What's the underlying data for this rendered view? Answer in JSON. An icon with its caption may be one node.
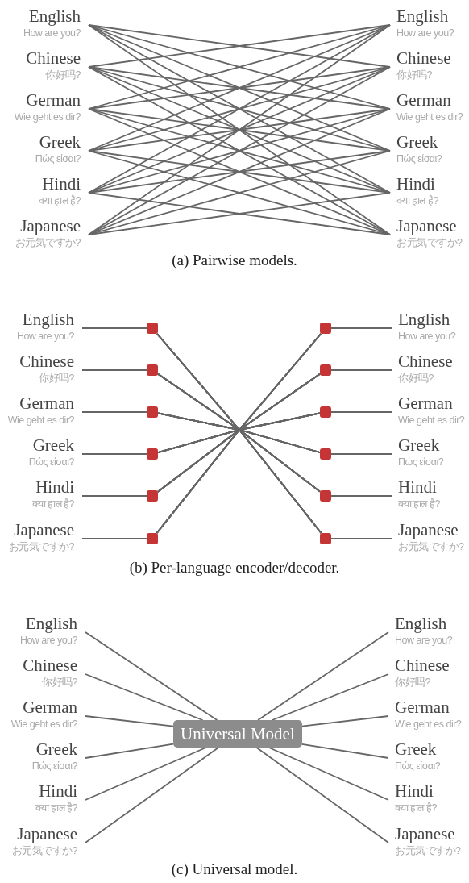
{
  "diagram": {
    "nodes": [
      {
        "text": [
          "English",
          "How are you?"
        ]
      },
      {
        "text": [
          "Chinese",
          "你好吗?"
        ]
      },
      {
        "text": [
          "German",
          "Wie geht es dir?"
        ]
      },
      {
        "text": [
          "Greek",
          "Πώς είσαι?"
        ]
      },
      {
        "text": [
          "Hindi",
          "क्या हाल है?"
        ]
      },
      {
        "text": [
          "Japanese",
          "お元気ですか?"
        ]
      },
      {
        "text": [
          "English",
          "How are you?"
        ]
      },
      {
        "text": [
          "Chinese",
          "你好吗?"
        ]
      },
      {
        "text": [
          "German",
          "Wie geht es dir?"
        ]
      },
      {
        "text": [
          "Greek",
          "Πώς είσαι?"
        ]
      },
      {
        "text": [
          "Hindi",
          "क्या हाल है?"
        ]
      },
      {
        "text": [
          "Japanese",
          "お元気ですか?"
        ]
      },
      {
        "text": [
          "English",
          "How are you?"
        ]
      },
      {
        "text": [
          "Chinese",
          "你好吗?"
        ]
      },
      {
        "text": [
          "German",
          "Wie geht es dir?"
        ]
      },
      {
        "text": [
          "Greek",
          "Πώς είσαι?"
        ]
      },
      {
        "text": [
          "Hindi",
          "क्या हाल है?"
        ]
      },
      {
        "text": [
          "Japanese",
          "お元気ですか?"
        ]
      },
      {
        "text": [],
        "shape": "box"
      },
      {
        "text": [],
        "shape": "box"
      },
      {
        "text": [],
        "shape": "box"
      },
      {
        "text": [],
        "shape": "box"
      },
      {
        "text": [],
        "shape": "box"
      },
      {
        "text": [],
        "shape": "box"
      },
      {
        "text": [],
        "shape": "box"
      },
      {
        "text": [],
        "shape": "box"
      },
      {
        "text": [],
        "shape": "box"
      },
      {
        "text": [],
        "shape": "box"
      },
      {
        "text": [],
        "shape": "box"
      },
      {
        "text": [],
        "shape": "box"
      },
      {
        "text": [
          "English",
          "How are you?"
        ]
      },
      {
        "text": [
          "Chinese",
          "你好吗?"
        ]
      },
      {
        "text": [
          "German",
          "Wie geht es dir?"
        ]
      },
      {
        "text": [
          "Greek",
          "Πώς είσαι?"
        ]
      },
      {
        "text": [
          "Hindi",
          "क्या हाल है?"
        ]
      },
      {
        "text": [
          "Japanese",
          "お元気ですか?"
        ]
      },
      {
        "text": [
          "English",
          "How are you?"
        ]
      },
      {
        "text": [
          "Chinese",
          "你好吗?"
        ]
      },
      {
        "text": [
          "German",
          "Wie geht es dir?"
        ]
      },
      {
        "text": [
          "Greek",
          "Πώς είσαι?"
        ]
      },
      {
        "text": [
          "Hindi",
          "क्या हाल है?"
        ]
      },
      {
        "text": [
          "Japanese",
          "お元気ですか?"
        ]
      },
      {
        "text": [
          "Universal Model"
        ]
      },
      {
        "text": [
          "English",
          "How are you?"
        ]
      },
      {
        "text": [
          "Chinese",
          "你好吗?"
        ]
      },
      {
        "text": [
          "German",
          "Wie geht es dir?"
        ]
      },
      {
        "text": [
          "Greek",
          "Πώς είσαι?"
        ]
      },
      {
        "text": [
          "Hindi",
          "क्या हाल है?"
        ]
      },
      {
        "text": [
          "Japanese",
          "お元気ですか?"
        ]
      }
    ],
    "edges": [
      {
        "from": 0,
        "to": 7,
        "arrow": "none"
      },
      {
        "from": 0,
        "to": 8,
        "arrow": "none"
      },
      {
        "from": 0,
        "to": 9,
        "arrow": "none"
      },
      {
        "from": 0,
        "to": 10,
        "arrow": "none"
      },
      {
        "from": 0,
        "to": 11,
        "arrow": "none"
      },
      {
        "from": 1,
        "to": 6,
        "arrow": "none"
      },
      {
        "from": 1,
        "to": 8,
        "arrow": "none"
      },
      {
        "from": 1,
        "to": 9,
        "arrow": "none"
      },
      {
        "from": 1,
        "to": 10,
        "arrow": "none"
      },
      {
        "from": 1,
        "to": 11,
        "arrow": "none"
      },
      {
        "from": 2,
        "to": 6,
        "arrow": "none"
      },
      {
        "from": 2,
        "to": 7,
        "arrow": "none"
      },
      {
        "from": 2,
        "to": 9,
        "arrow": "none"
      },
      {
        "from": 2,
        "to": 10,
        "arrow": "none"
      },
      {
        "from": 2,
        "to": 11,
        "arrow": "none"
      },
      {
        "from": 3,
        "to": 6,
        "arrow": "none"
      },
      {
        "from": 3,
        "to": 7,
        "arrow": "none"
      },
      {
        "from": 3,
        "to": 8,
        "arrow": "none"
      },
      {
        "from": 3,
        "to": 10,
        "arrow": "none"
      },
      {
        "from": 3,
        "to": 11,
        "arrow": "none"
      },
      {
        "from": 4,
        "to": 6,
        "arrow": "none"
      },
      {
        "from": 4,
        "to": 7,
        "arrow": "none"
      },
      {
        "from": 4,
        "to": 8,
        "arrow": "none"
      },
      {
        "from": 4,
        "to": 9,
        "arrow": "none"
      },
      {
        "from": 4,
        "to": 11,
        "arrow": "none"
      },
      {
        "from": 5,
        "to": 6,
        "arrow": "none"
      },
      {
        "from": 5,
        "to": 7,
        "arrow": "none"
      },
      {
        "from": 5,
        "to": 8,
        "arrow": "none"
      },
      {
        "from": 5,
        "to": 9,
        "arrow": "none"
      },
      {
        "from": 5,
        "to": 10,
        "arrow": "none"
      },
      {
        "from": 12,
        "to": 18,
        "arrow": "none"
      },
      {
        "from": 13,
        "to": 19,
        "arrow": "none"
      },
      {
        "from": 14,
        "to": 20,
        "arrow": "none"
      },
      {
        "from": 15,
        "to": 21,
        "arrow": "none"
      },
      {
        "from": 16,
        "to": 22,
        "arrow": "none"
      },
      {
        "from": 17,
        "to": 23,
        "arrow": "none"
      },
      {
        "from": 18,
        "to": 24,
        "arrow": "none"
      },
      {
        "from": 18,
        "to": 25,
        "arrow": "none"
      },
      {
        "from": 18,
        "to": 26,
        "arrow": "none"
      },
      {
        "from": 18,
        "to": 27,
        "arrow": "none"
      },
      {
        "from": 18,
        "to": 28,
        "arrow": "none"
      },
      {
        "from": 18,
        "to": 29,
        "arrow": "none"
      },
      {
        "from": 19,
        "to": 24,
        "arrow": "none"
      },
      {
        "from": 19,
        "to": 25,
        "arrow": "none"
      },
      {
        "from": 19,
        "to": 26,
        "arrow": "none"
      },
      {
        "from": 19,
        "to": 27,
        "arrow": "none"
      },
      {
        "from": 19,
        "to": 28,
        "arrow": "none"
      },
      {
        "from": 19,
        "to": 29,
        "arrow": "none"
      },
      {
        "from": 20,
        "to": 24,
        "arrow": "none"
      },
      {
        "from": 20,
        "to": 25,
        "arrow": "none"
      },
      {
        "from": 20,
        "to": 26,
        "arrow": "none"
      },
      {
        "from": 20,
        "to": 27,
        "arrow": "none"
      },
      {
        "from": 20,
        "to": 28,
        "arrow": "none"
      },
      {
        "from": 20,
        "to": 29,
        "arrow": "none"
      },
      {
        "from": 21,
        "to": 24,
        "arrow": "none"
      },
      {
        "from": 21,
        "to": 25,
        "arrow": "none"
      },
      {
        "from": 21,
        "to": 26,
        "arrow": "none"
      },
      {
        "from": 21,
        "to": 27,
        "arrow": "none"
      },
      {
        "from": 21,
        "to": 28,
        "arrow": "none"
      },
      {
        "from": 21,
        "to": 29,
        "arrow": "none"
      },
      {
        "from": 22,
        "to": 24,
        "arrow": "none"
      },
      {
        "from": 22,
        "to": 25,
        "arrow": "none"
      },
      {
        "from": 22,
        "to": 26,
        "arrow": "none"
      },
      {
        "from": 22,
        "to": 27,
        "arrow": "none"
      },
      {
        "from": 22,
        "to": 28,
        "arrow": "none"
      },
      {
        "from": 22,
        "to": 29,
        "arrow": "none"
      },
      {
        "from": 23,
        "to": 24,
        "arrow": "none"
      },
      {
        "from": 23,
        "to": 25,
        "arrow": "none"
      },
      {
        "from": 23,
        "to": 26,
        "arrow": "none"
      },
      {
        "from": 23,
        "to": 27,
        "arrow": "none"
      },
      {
        "from": 23,
        "to": 28,
        "arrow": "none"
      },
      {
        "from": 23,
        "to": 29,
        "arrow": "none"
      },
      {
        "from": 24,
        "to": 30,
        "arrow": "none"
      },
      {
        "from": 25,
        "to": 31,
        "arrow": "none"
      },
      {
        "from": 26,
        "to": 32,
        "arrow": "none"
      },
      {
        "from": 27,
        "to": 33,
        "arrow": "none"
      },
      {
        "from": 28,
        "to": 34,
        "arrow": "none"
      },
      {
        "from": 29,
        "to": 35,
        "arrow": "none"
      },
      {
        "from": 36,
        "to": 42,
        "arrow": "none"
      },
      {
        "from": 37,
        "to": 42,
        "arrow": "none"
      },
      {
        "from": 38,
        "to": 42,
        "arrow": "none"
      },
      {
        "from": 39,
        "to": 42,
        "arrow": "none"
      },
      {
        "from": 40,
        "to": 42,
        "arrow": "none"
      },
      {
        "from": 41,
        "to": 42,
        "arrow": "none"
      },
      {
        "from": 42,
        "to": 43,
        "arrow": "none"
      },
      {
        "from": 42,
        "to": 44,
        "arrow": "none"
      },
      {
        "from": 42,
        "to": 45,
        "arrow": "none"
      },
      {
        "from": 42,
        "to": 46,
        "arrow": "none"
      },
      {
        "from": 42,
        "to": 47,
        "arrow": "none"
      },
      {
        "from": 42,
        "to": 48,
        "arrow": "none"
      }
    ],
    "labels": [
      "(a) Pairwise models.",
      "(b) Per-language encoder/decoder.",
      "(c) Universal model."
    ]
  }
}
